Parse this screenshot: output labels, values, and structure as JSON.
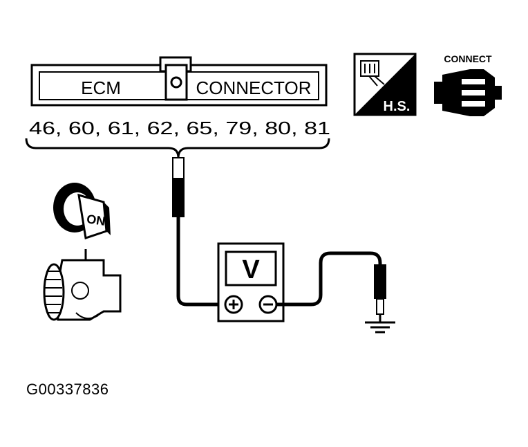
{
  "connector": {
    "left_label": "ECM",
    "right_label": "CONNECTOR",
    "terminals": "46, 60, 61, 62, 65, 79, 80, 81"
  },
  "icons": {
    "harness_side_label": "H.S.",
    "connect_label": "CONNECT",
    "ignition_label": "ON"
  },
  "meter": {
    "mode_label": "V",
    "positive_symbol": "⊕",
    "negative_symbol": "⊖"
  },
  "figure_ref": "G00337836"
}
